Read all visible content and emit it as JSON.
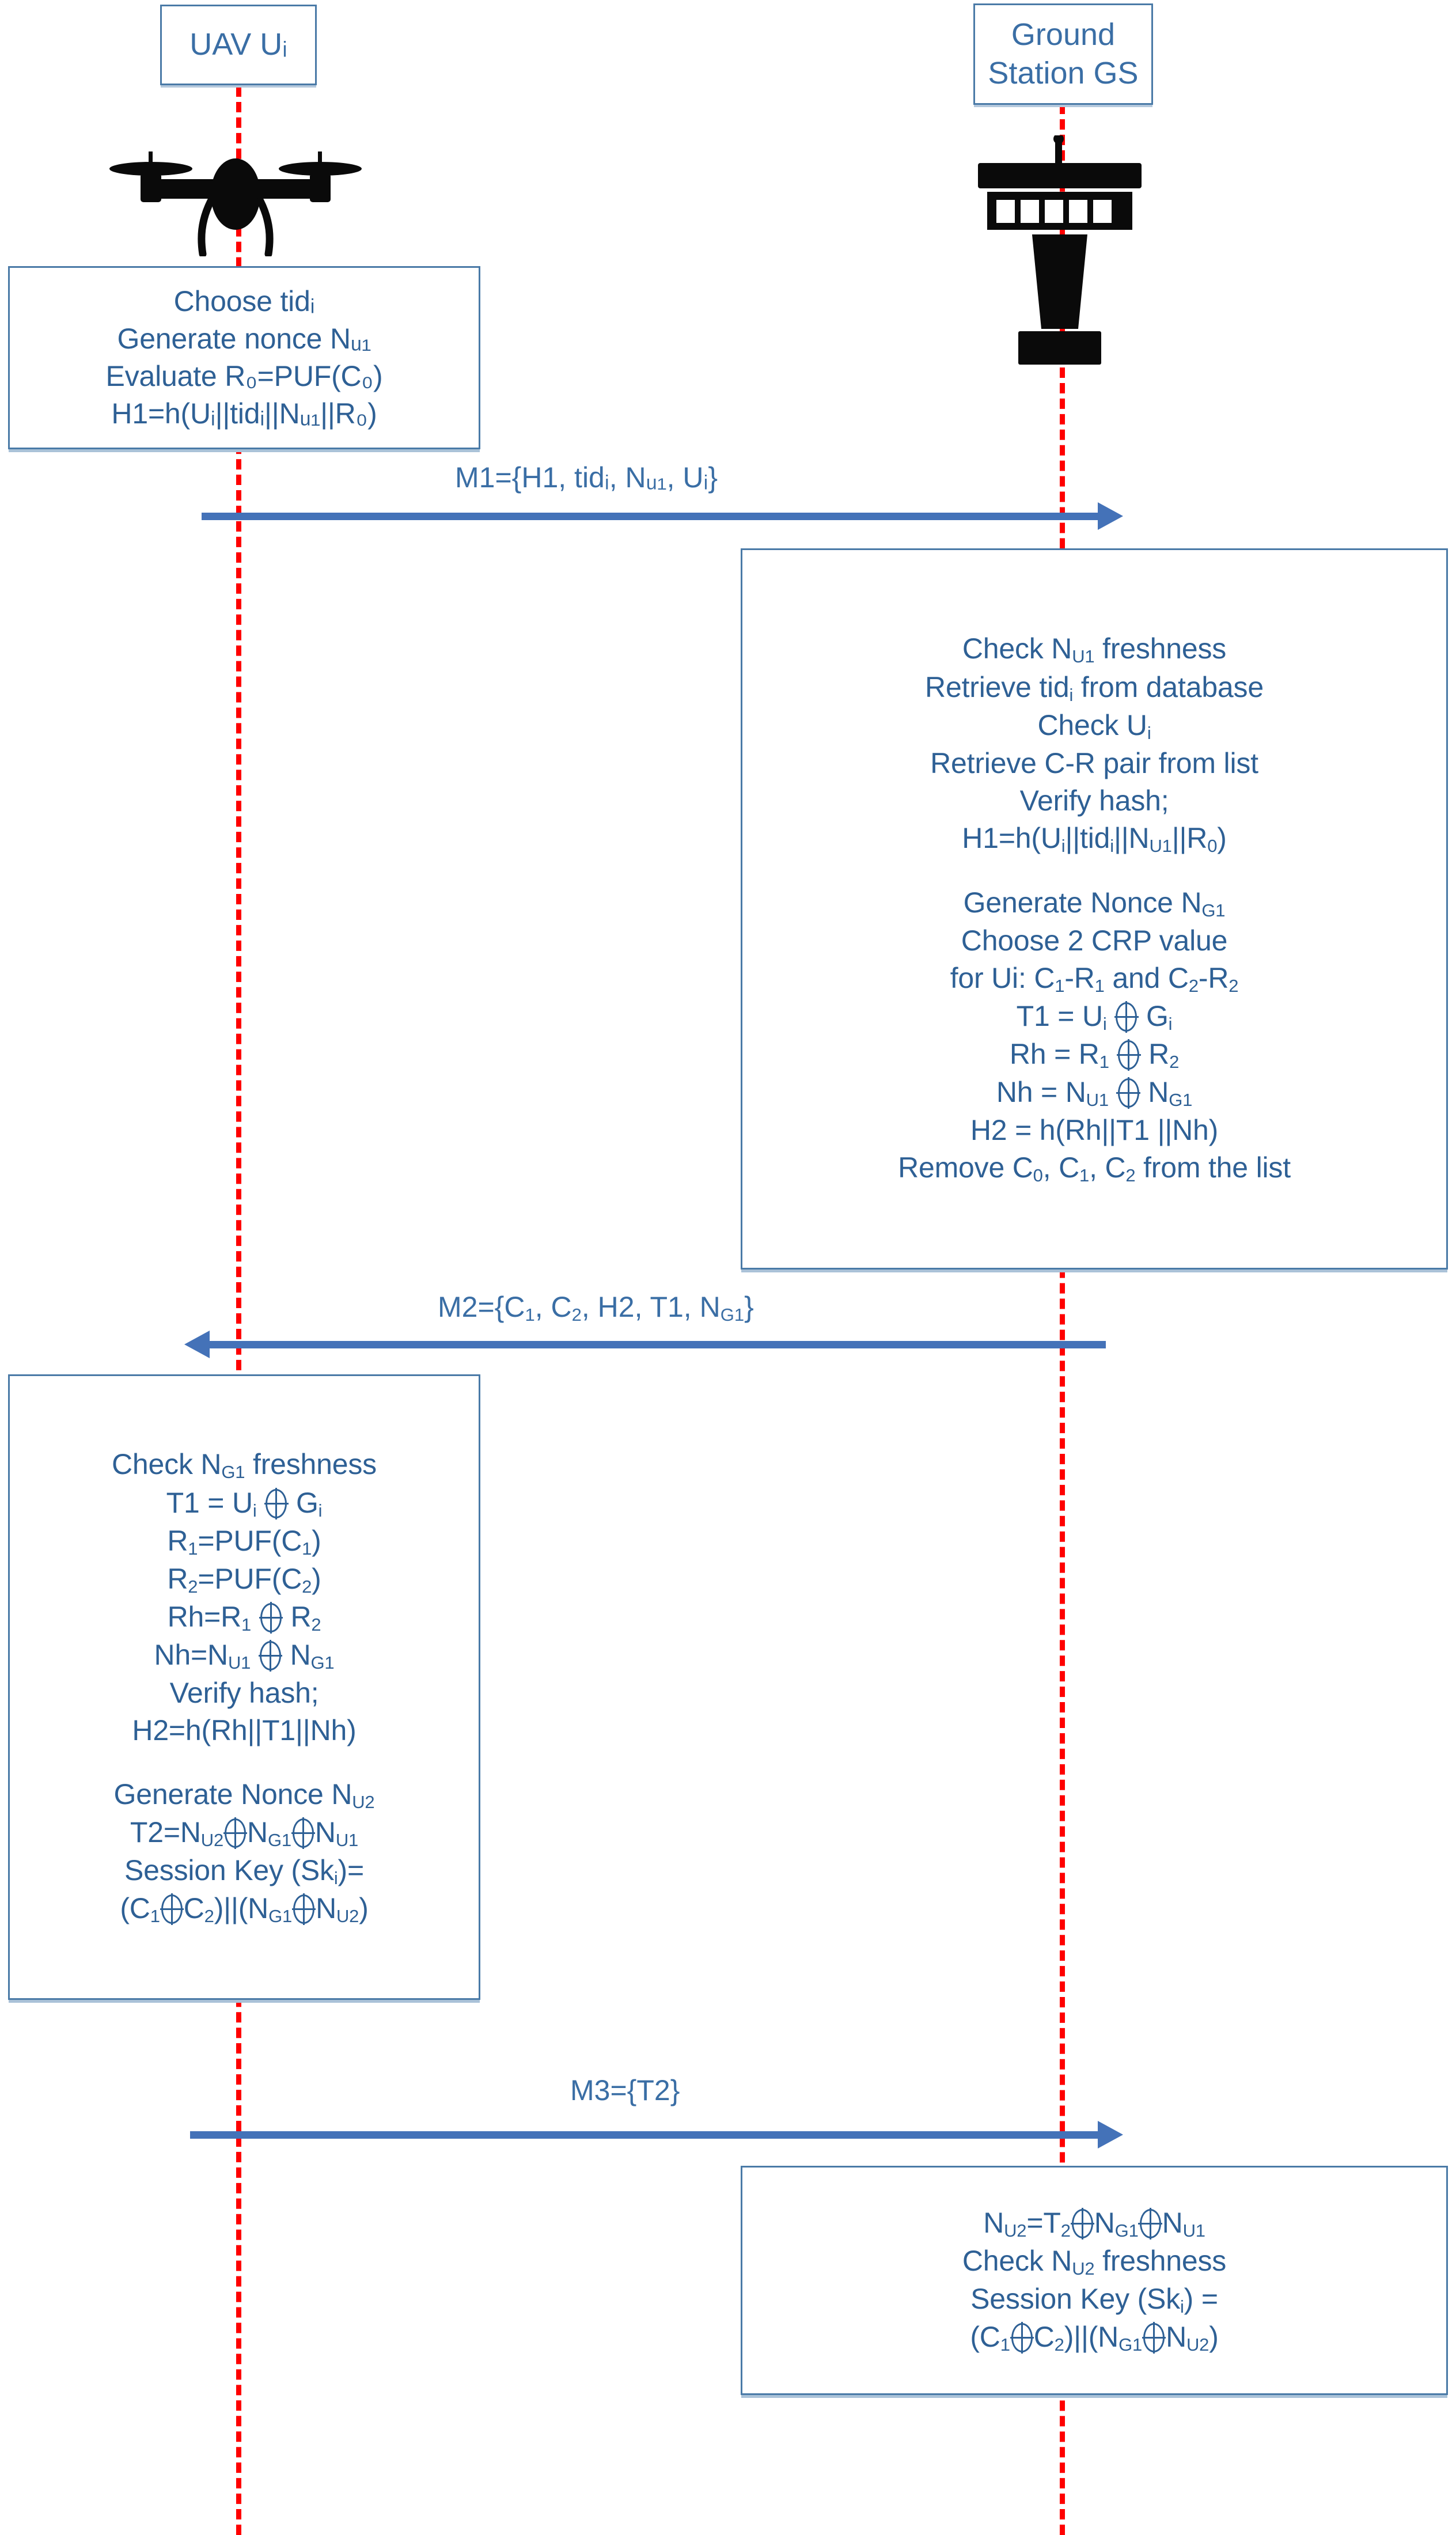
{
  "diagram": {
    "title": "UAV - Ground Station PUF authentication protocol sequence diagram",
    "accent_blue": "#3a6ea5",
    "arrow_blue": "#4472b8",
    "lifeline_red": "#ff0000",
    "box_border": "#4a7aa7"
  },
  "actors": [
    {
      "id": "uav",
      "name": "uav-actor",
      "label": "UAV Uᵢ",
      "icon": "drone-icon"
    },
    {
      "id": "gs",
      "name": "ground-station-actor",
      "label": "Ground\nStation GS",
      "icon": "ground-station-tower-icon"
    }
  ],
  "steps": [
    {
      "id": "uav-step-1",
      "side": "left",
      "name": "uav-initial-computation-box",
      "lines": [
        "Choose tidᵢ",
        "Generate nonce Nᵤ₁",
        "Evaluate R₀=PUF(C₀)",
        "H1=h(Uᵢ||tidᵢ||Nᵤ₁||R₀)"
      ]
    },
    {
      "id": "gs-step-1",
      "side": "right",
      "name": "ground-station-verification-box",
      "lines": [
        "Check N_U1 freshness",
        "Retrieve tid_i from database",
        "Check U_i",
        "Retrieve C-R pair from list",
        "Verify hash;",
        "H1=h(U_i||tid_i||N_U1||R_0)",
        "",
        "Generate Nonce N_G1",
        "Choose 2 CRP value",
        "for Ui: C_1-R_1 and C_2-R_2",
        "T1 = U_i ⊕ G_i",
        "Rh = R_1 ⊕ R_2",
        "Nh = N_U1 ⊕ N_G1",
        "H2 = h(Rh||T1 ||Nh)",
        "Remove C_0, C_1, C_2 from the list"
      ]
    },
    {
      "id": "uav-step-2",
      "side": "left",
      "name": "uav-verification-and-key-box",
      "lines": [
        "Check N_G1 freshness",
        "T1 = U_i ⊕ G_i",
        "R_1=PUF(C_1)",
        "R_2=PUF(C_2)",
        "Rh=R_1 ⊕ R_2",
        "Nh=N_U1 ⊕ N_G1",
        "Verify hash;",
        "H2=h(Rh||T1||Nh)",
        "",
        "Generate Nonce N_U2",
        "T2=N_U2⊕N_G1⊕N_U1",
        "Session Key (Sk_i)=",
        "(C_1⊕C_2)||(N_G1⊕N_U2)"
      ]
    },
    {
      "id": "gs-step-2",
      "side": "right",
      "name": "ground-station-session-key-box",
      "lines": [
        "N_U2=T_2⊕N_G1⊕N_U1",
        "Check N_U2 freshness",
        "Session Key (Sk_i) =",
        "(C_1⊕C_2)||(N_G1⊕N_U2)"
      ]
    }
  ],
  "messages": [
    {
      "id": "m1",
      "name": "message-m1",
      "label": "M1={H1, tidᵢ, Nᵤ₁, Uᵢ}",
      "direction": "right"
    },
    {
      "id": "m2",
      "name": "message-m2",
      "label": "M2={C₁, C₂, H2, T1, N_G1}",
      "direction": "left"
    },
    {
      "id": "m3",
      "name": "message-m3",
      "label": "M3={T2}",
      "direction": "right"
    }
  ]
}
